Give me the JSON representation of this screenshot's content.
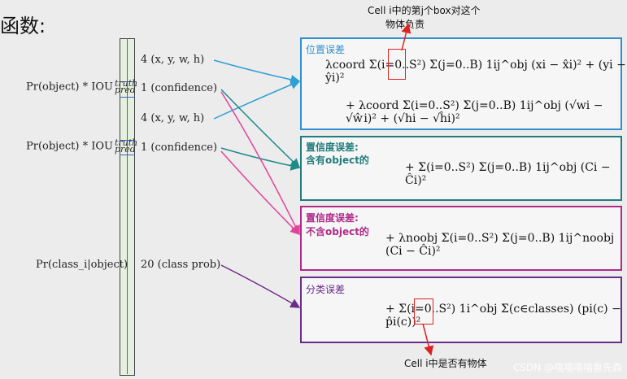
{
  "heading": "函数:",
  "top_note": [
    "Cell i中的第j个box对这个",
    "物体负责"
  ],
  "bottom_note": "Cell i中是否有物体",
  "left_labels": [
    "Pr(object) * IOU",
    "Pr(object) * IOU",
    "Pr(class_i|object)"
  ],
  "iou_sup": "truth",
  "iou_sub": "pred",
  "outputs": [
    "4 (x, y, w, h)",
    "1 (confidence)",
    "4 (x, y, w, h)",
    "1 (confidence)",
    "20 (class prob)"
  ],
  "boxes": {
    "position": {
      "title": "位置误差",
      "color": "#2f8fd0"
    },
    "conf_obj": {
      "title1": "置信度误差:",
      "title2": "含有object的",
      "color": "#237d7d"
    },
    "conf_noobj": {
      "title1": "置信度误差:",
      "title2": "不含object的",
      "color": "#b02a8a"
    },
    "class": {
      "title": "分类误差",
      "color": "#6a2c8a"
    }
  },
  "equations": {
    "position_1": "λcoord Σ(i=0..S²) Σ(j=0..B) 1ij^obj (xi − x̂i)² + (yi − ŷi)²",
    "position_2": "+ λcoord Σ(i=0..S²) Σ(j=0..B) 1ij^obj (√wi − √ŵi)² + (√hi − √ĥi)²",
    "conf_obj": "+ Σ(i=0..S²) Σ(j=0..B) 1ij^obj (Ci − Ĉi)²",
    "conf_noobj": "+ λnoobj Σ(i=0..S²) Σ(j=0..B) 1ij^noobj (Ci − Ĉi)²",
    "class": "+ Σ(i=0..S²) 1i^obj Σ(c∈classes) (pi(c) − p̂i(c))²"
  },
  "watermark": "CSDN @嘻嘻嘻嘻鲁先森"
}
